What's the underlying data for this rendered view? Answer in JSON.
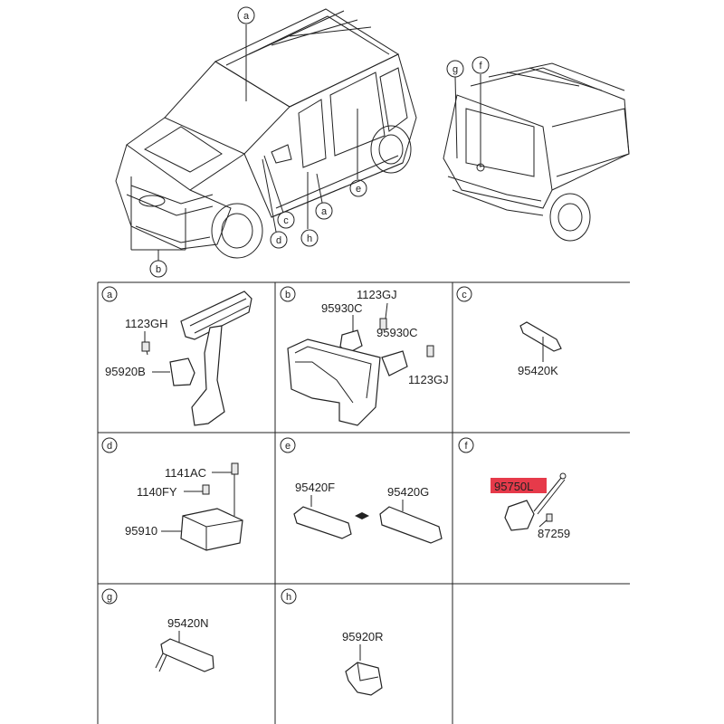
{
  "overview": {
    "front_callouts": [
      "a",
      "b",
      "c",
      "d",
      "h",
      "a",
      "e"
    ],
    "rear_callouts": [
      "g",
      "f"
    ]
  },
  "panels": [
    {
      "letter": "a",
      "parts": [
        "1123GH",
        "95920B"
      ]
    },
    {
      "letter": "b",
      "parts": [
        "1123GJ",
        "95930C",
        "95930C",
        "1123GJ"
      ]
    },
    {
      "letter": "c",
      "parts": [
        "95420K"
      ]
    },
    {
      "letter": "d",
      "parts": [
        "1141AC",
        "1140FY",
        "95910"
      ]
    },
    {
      "letter": "e",
      "parts": [
        "95420F",
        "95420G"
      ]
    },
    {
      "letter": "f",
      "parts": [
        "95750L",
        "87259"
      ]
    },
    {
      "letter": "g",
      "parts": [
        "95420N"
      ]
    },
    {
      "letter": "h",
      "parts": [
        "95920R"
      ]
    }
  ],
  "colors": {
    "highlight": "#e63a4a",
    "line": "#222222"
  }
}
